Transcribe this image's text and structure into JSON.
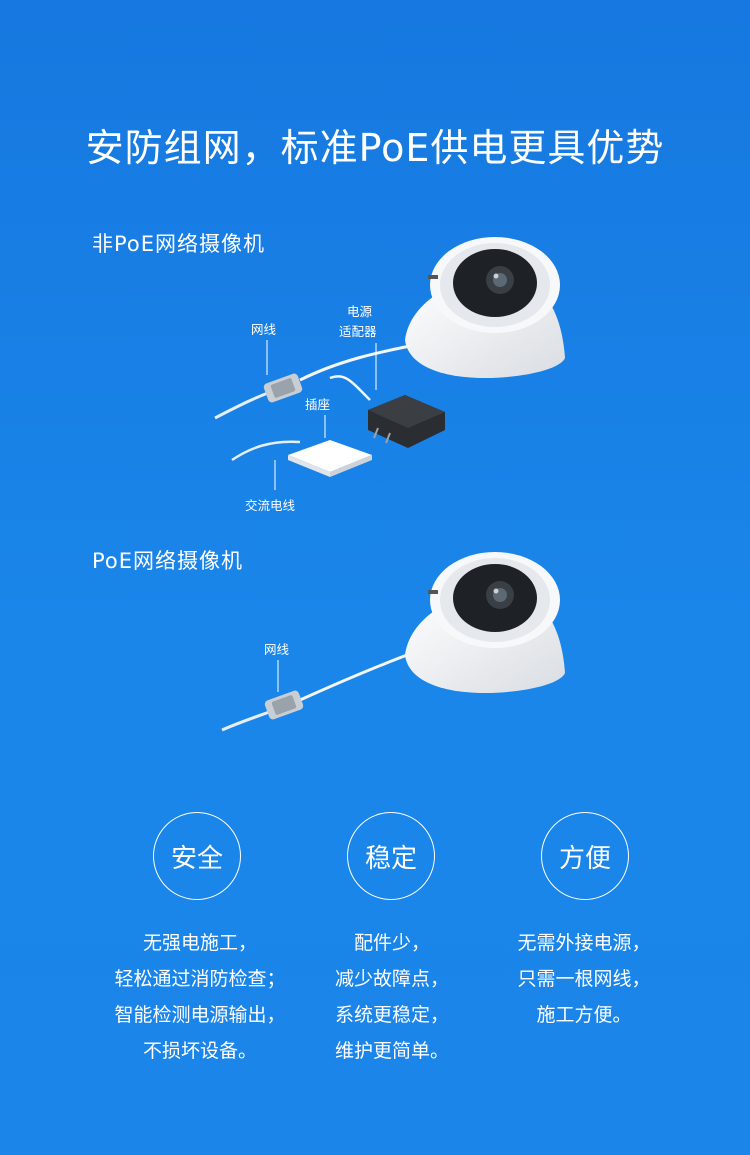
{
  "title": "安防组网，标准PoE供电更具优势",
  "non_poe": {
    "label": "非PoE网络摄像机",
    "callouts": {
      "network_cable": "网线",
      "power_adapter_1": "电源",
      "power_adapter_2": "适配器",
      "socket": "插座",
      "ac_cable": "交流电线"
    }
  },
  "poe": {
    "label": "PoE网络摄像机",
    "callouts": {
      "network_cable": "网线"
    }
  },
  "features": [
    {
      "name": "安全",
      "lines": [
        "无强电施工，",
        "轻松通过消防检查；",
        "智能检测电源输出，",
        "不损坏设备。"
      ]
    },
    {
      "name": "稳定",
      "lines": [
        "配件少，",
        "减少故障点，",
        "系统更稳定，",
        "维护更简单。"
      ]
    },
    {
      "name": "方便",
      "lines": [
        "无需外接电源，",
        "只需一根网线，",
        "施工方便。"
      ]
    }
  ]
}
